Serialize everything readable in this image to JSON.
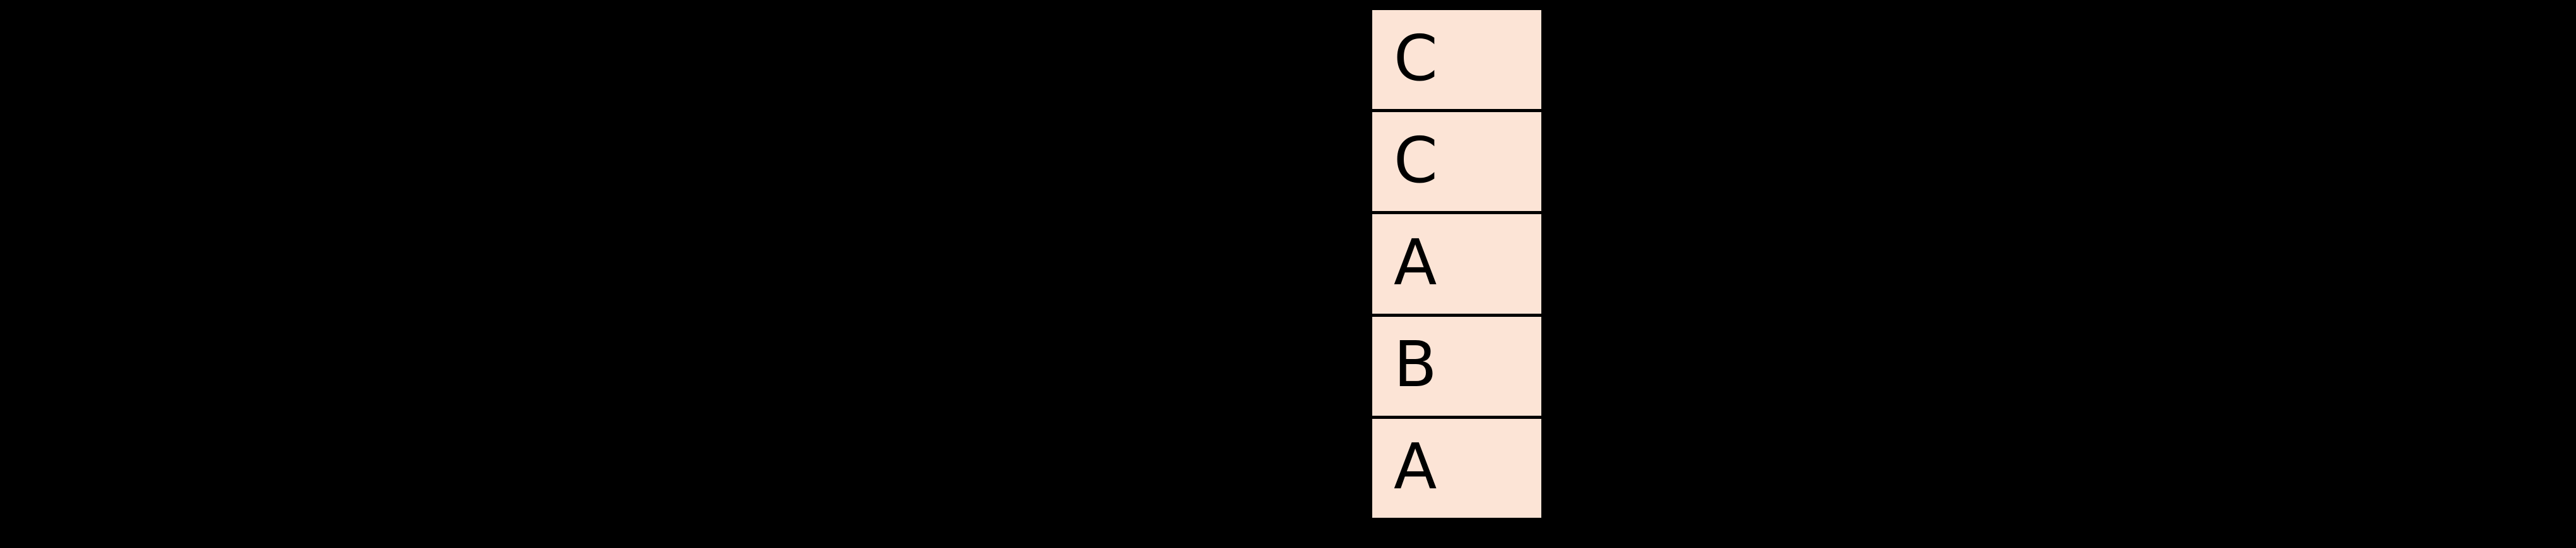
{
  "diagram": {
    "description": "vertical-array-of-labeled-cells",
    "rows": [
      {
        "label": "C"
      },
      {
        "label": "C"
      },
      {
        "label": "A"
      },
      {
        "label": "B"
      },
      {
        "label": "A"
      }
    ]
  },
  "colors": {
    "background": "#000000",
    "cell_fill": "#fce4d6",
    "cell_border": "#000000",
    "cell_text": "#000000"
  }
}
